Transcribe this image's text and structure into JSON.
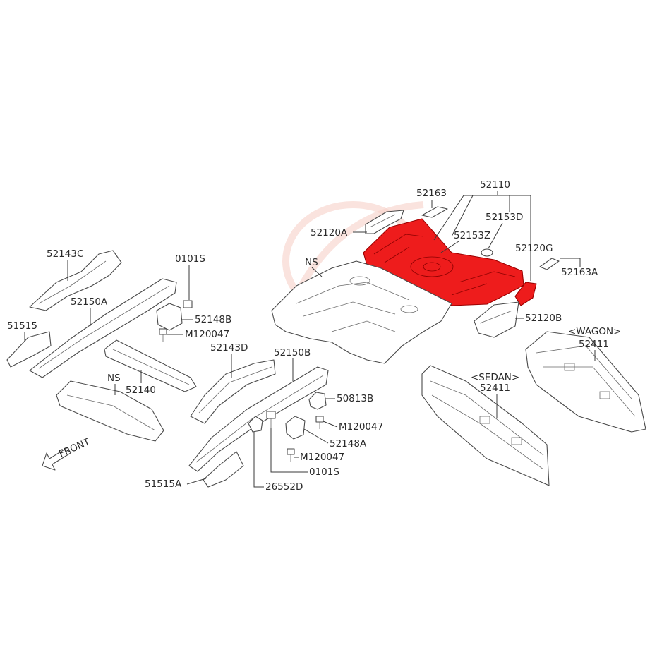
{
  "labels": {
    "p52110": "52110",
    "p52163": "52163",
    "p52153D": "52153D",
    "p52120A": "52120A",
    "p52153Z": "52153Z",
    "p52120G": "52120G",
    "p52163A": "52163A",
    "ns_top": "NS",
    "p52120B": "52120B",
    "wagon": "<WAGON>",
    "p52411_wagon": "52411",
    "sedan": "<SEDAN>",
    "p52411_sedan": "52411",
    "p52143C": "52143C",
    "p0101S_top": "0101S",
    "p52148B": "52148B",
    "pM120047_top": "M120047",
    "p52150A": "52150A",
    "p51515": "51515",
    "p52140": "52140",
    "ns_lower": "NS",
    "p52143D": "52143D",
    "p52150B": "52150B",
    "p50813B": "50813B",
    "pM120047_mid": "M120047",
    "p52148A": "52148A",
    "pM120047_low": "M120047",
    "p0101S_low": "0101S",
    "p51515A": "51515A",
    "p26552D": "26552D",
    "front": "FRONT"
  },
  "colors": {
    "highlight": "#ee1c1c",
    "outline": "#4a4a4a",
    "background": "#ffffff"
  }
}
